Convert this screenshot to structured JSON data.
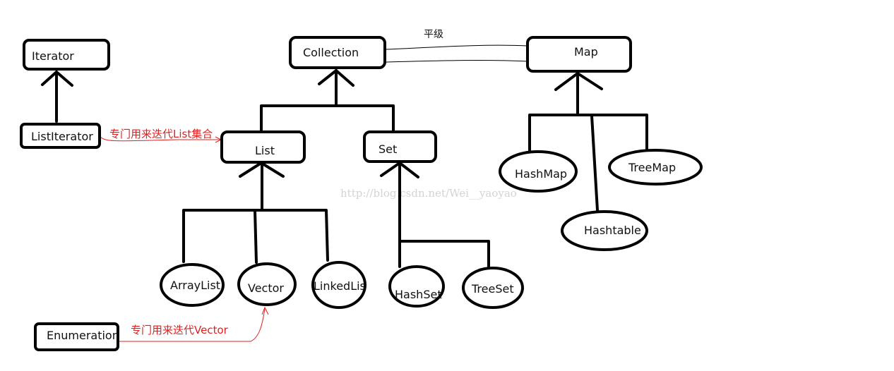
{
  "nodes": {
    "iterator": "Iterator",
    "list_iterator": "ListIterator",
    "collection": "Collection",
    "map": "Map",
    "list": "List",
    "set": "Set",
    "array_list": "ArrayList",
    "vector": "Vector",
    "linked_list": "LinkedLis",
    "hash_set": "HashSet",
    "tree_set": "TreeSet",
    "hash_map": "HashMap",
    "tree_map": "TreeMap",
    "hashtable": "Hashtable",
    "enumeration": "Enumeration"
  },
  "annotations": {
    "peer": "平级",
    "list_iterator_note": "专门用来迭代List集合",
    "enumeration_note": "专门用来迭代Vector"
  },
  "watermark": "http://blog.csdn.net/Wei__yaoyao",
  "colors": {
    "annotation": "#e02020",
    "stroke": "#000000",
    "watermark": "#d4d4d4"
  }
}
